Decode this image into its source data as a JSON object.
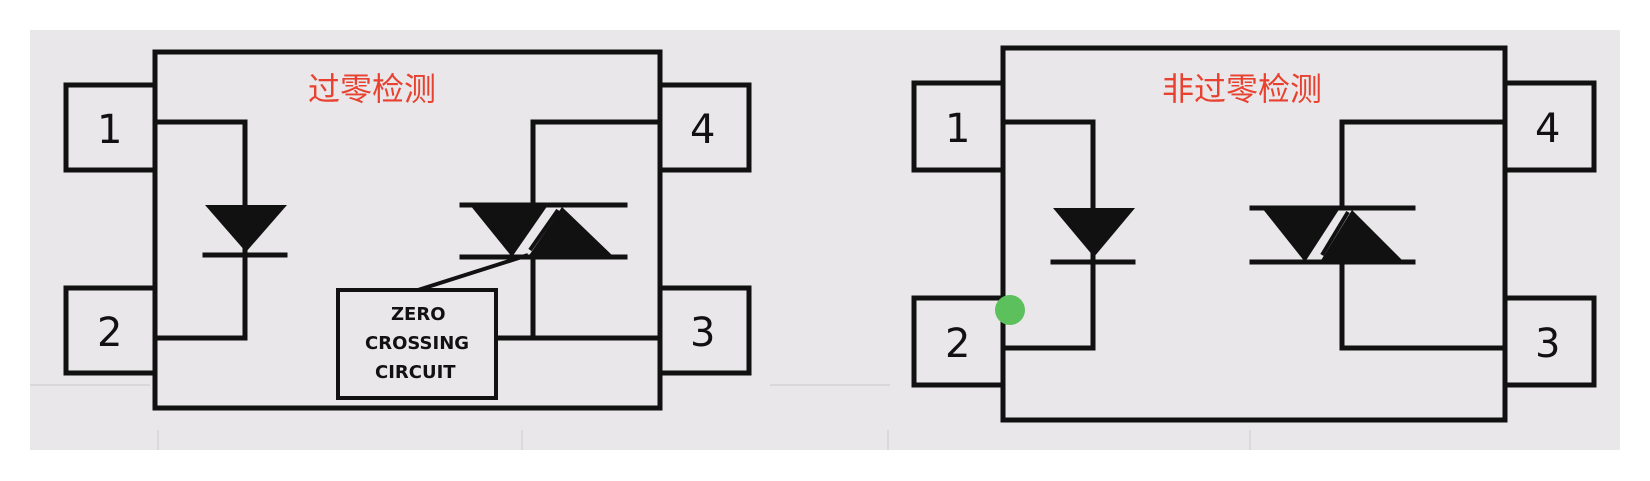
{
  "panels": [
    {
      "title": "过零检测",
      "pins": [
        "1",
        "2",
        "3",
        "4"
      ],
      "zero_crossing_block": [
        "ZERO",
        "CROSSING",
        "CIRCUIT"
      ]
    },
    {
      "title": "非过零检测",
      "pins": [
        "1",
        "2",
        "3",
        "4"
      ]
    }
  ],
  "colors": {
    "title_text": "#e8412f",
    "background": "#e9e7e9",
    "lines": "#111111",
    "cursor_dot": "#5cc05c"
  }
}
